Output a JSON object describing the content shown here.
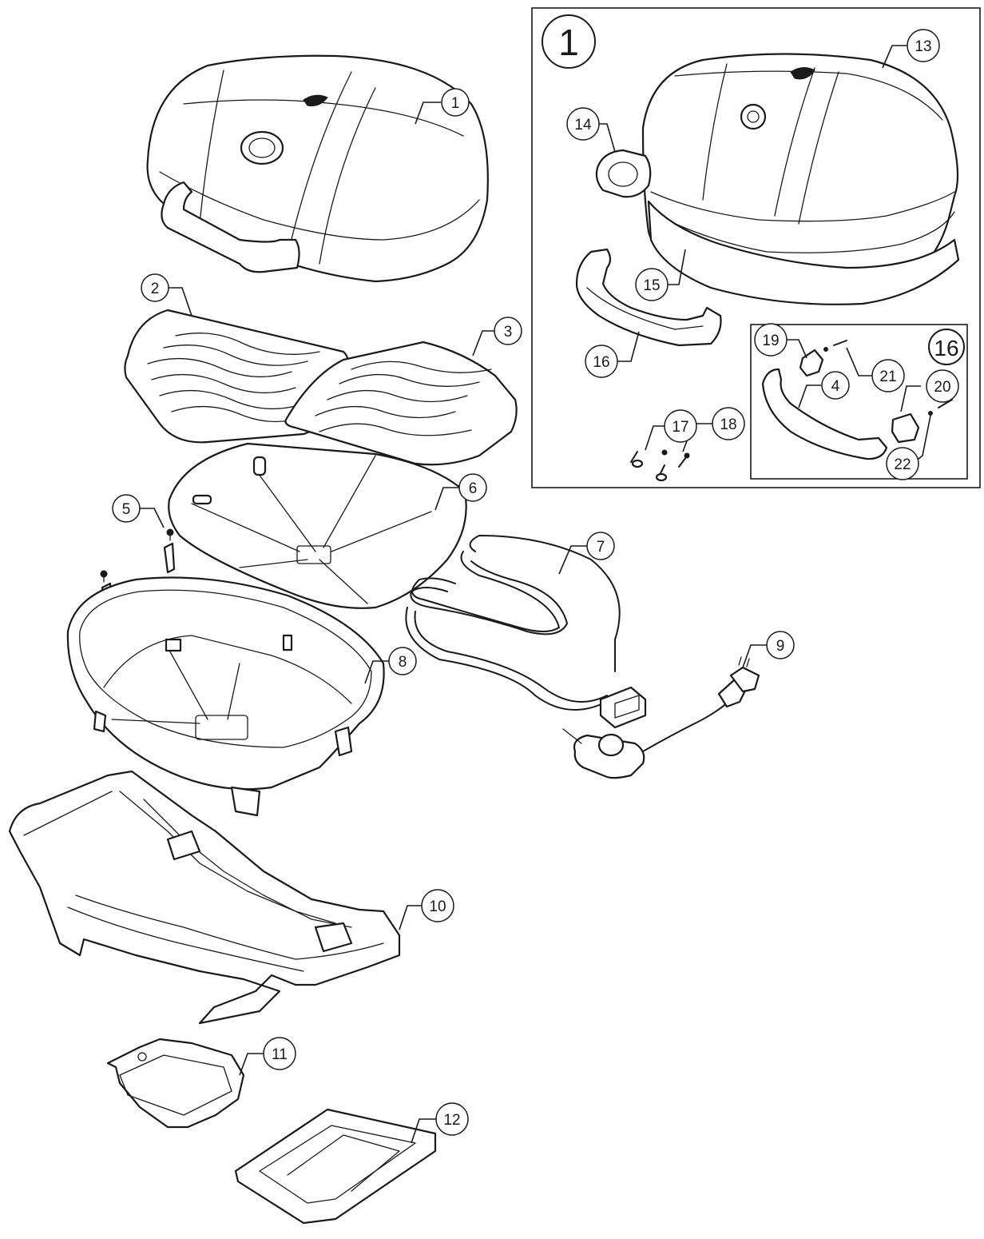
{
  "callouts": [
    {
      "label": "1"
    },
    {
      "label": "2"
    },
    {
      "label": "3"
    },
    {
      "label": "5"
    },
    {
      "label": "6"
    },
    {
      "label": "7"
    },
    {
      "label": "8"
    },
    {
      "label": "9"
    },
    {
      "label": "10"
    },
    {
      "label": "11"
    },
    {
      "label": "12"
    },
    {
      "label": "13"
    },
    {
      "label": "14"
    },
    {
      "label": "15"
    },
    {
      "label": "16"
    },
    {
      "label": "17"
    },
    {
      "label": "18"
    },
    {
      "label": "19"
    },
    {
      "label": "4"
    },
    {
      "label": "20"
    },
    {
      "label": "21"
    },
    {
      "label": "22"
    }
  ],
  "detail_views": [
    {
      "label": "1"
    },
    {
      "label": "16"
    }
  ]
}
